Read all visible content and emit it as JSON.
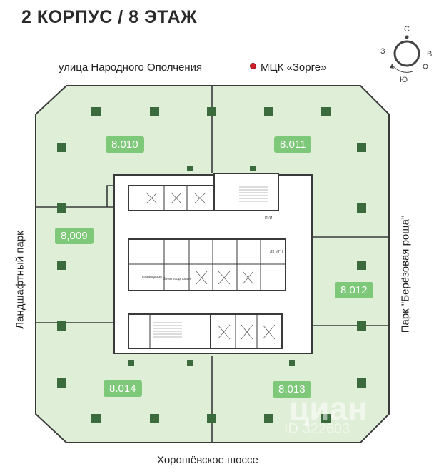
{
  "header": {
    "title": "2 КОРПУС / 8 ЭТАЖ"
  },
  "streets": {
    "top": "улица Народного Ополчения",
    "metro": "МЦК «Зорге»",
    "bottom": "Хорошёвское шоссе",
    "left": "Ландшафтный парк",
    "right": "Парк \"Берёзовая роща\""
  },
  "compass": {
    "north": "С",
    "west": "З",
    "east": "В",
    "south": "Ю"
  },
  "units": [
    {
      "id": "8.010"
    },
    {
      "id": "8.011"
    },
    {
      "id": "8,009"
    },
    {
      "id": "8.012"
    },
    {
      "id": "8.014"
    },
    {
      "id": "8.013"
    }
  ],
  "rooms": {
    "utility_a": "Помещения СС",
    "electrical": "Электрощитовая",
    "pui": "ПУИ",
    "lift": "ЛЗ МГН"
  },
  "watermark": {
    "brand": "циан",
    "listing": "ID 322603"
  },
  "colors": {
    "unit_fill": "#dfeed6",
    "unit_label": "#7ec879",
    "column": "#3b6b3d",
    "wall": "#3a3a3a",
    "metro_dot": "#d0202a"
  }
}
